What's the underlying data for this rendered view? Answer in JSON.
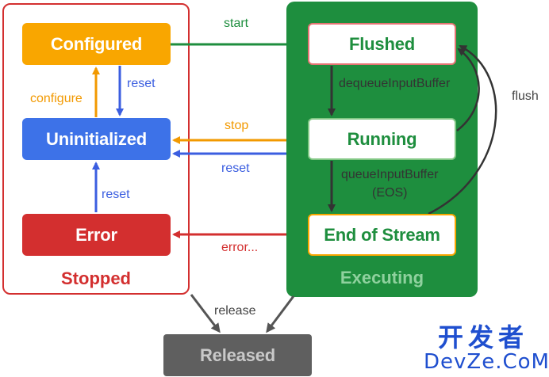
{
  "colors": {
    "stopped": "#d32f2f",
    "executing": "#1e8e3e",
    "configured": "#f9a600",
    "uninitialized": "#3d72e8",
    "error": "#d32f2f",
    "released": "#5f5f5f",
    "reset_edge": "#3b5ee0",
    "stop_edge": "#f29900"
  },
  "groups": {
    "stopped": "Stopped",
    "executing": "Executing"
  },
  "states": {
    "configured": "Configured",
    "uninitialized": "Uninitialized",
    "error": "Error",
    "flushed": "Flushed",
    "running": "Running",
    "end_of_stream": "End of Stream",
    "released": "Released"
  },
  "edges": {
    "start": "start",
    "reset_to_uninit": "reset",
    "configure": "configure",
    "stop": "stop",
    "reset_from_exec": "reset",
    "reset_from_error": "reset",
    "error": "error...",
    "dequeue": "dequeueInputBuffer",
    "queue_line1": "queueInputBuffer",
    "queue_line2": "(EOS)",
    "flush": "flush",
    "release": "release"
  },
  "watermark": {
    "line1": "开发者",
    "line2": "DevZe.CoM"
  }
}
